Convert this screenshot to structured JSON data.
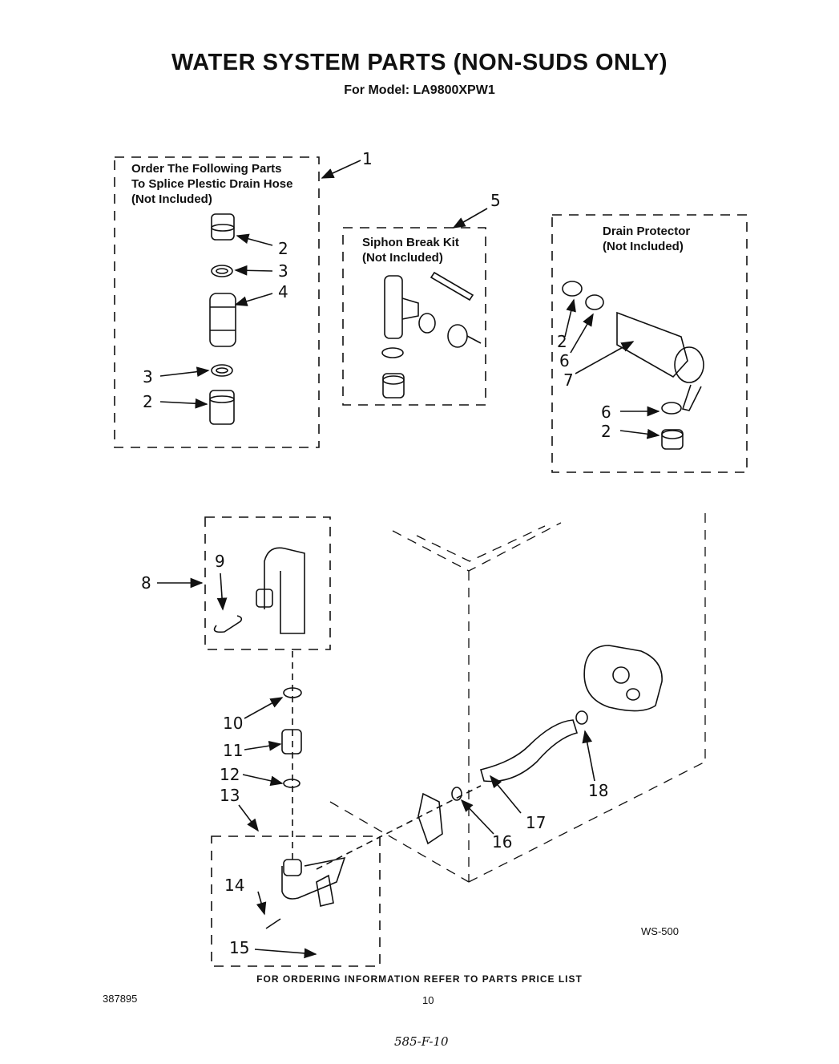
{
  "header": {
    "title": "WATER SYSTEM PARTS  (NON-SUDS ONLY)",
    "subtitle": "For Model: LA9800XPW1"
  },
  "boxes": {
    "splice_kit": {
      "line1": "Order The Following Parts",
      "line2": "To Splice Plestic Drain Hose",
      "line3": "(Not Included)"
    },
    "siphon_kit": {
      "line1": "Siphon Break Kit",
      "line2": "(Not Included)"
    },
    "drain_protector": {
      "line1": "Drain Protector",
      "line2": "(Not Included)"
    }
  },
  "callouts": {
    "c1": "1",
    "c5": "5",
    "splice_2a": "2",
    "splice_3a": "3",
    "splice_4": "4",
    "splice_3b": "3",
    "splice_2b": "2",
    "dp_2a": "2",
    "dp_6a": "6",
    "dp_7": "7",
    "dp_6b": "6",
    "dp_2b": "2",
    "c8": "8",
    "c9": "9",
    "c10": "10",
    "c11": "11",
    "c12": "12",
    "c13": "13",
    "c14": "14",
    "c15": "15",
    "c16": "16",
    "c17": "17",
    "c18": "18"
  },
  "diagram_code": "WS-500",
  "footer": {
    "ordering_note": "FOR ORDERING INFORMATION REFER TO PARTS PRICE LIST",
    "doc_number": "387895",
    "page_number": "10",
    "handwritten": "585-F-10"
  }
}
